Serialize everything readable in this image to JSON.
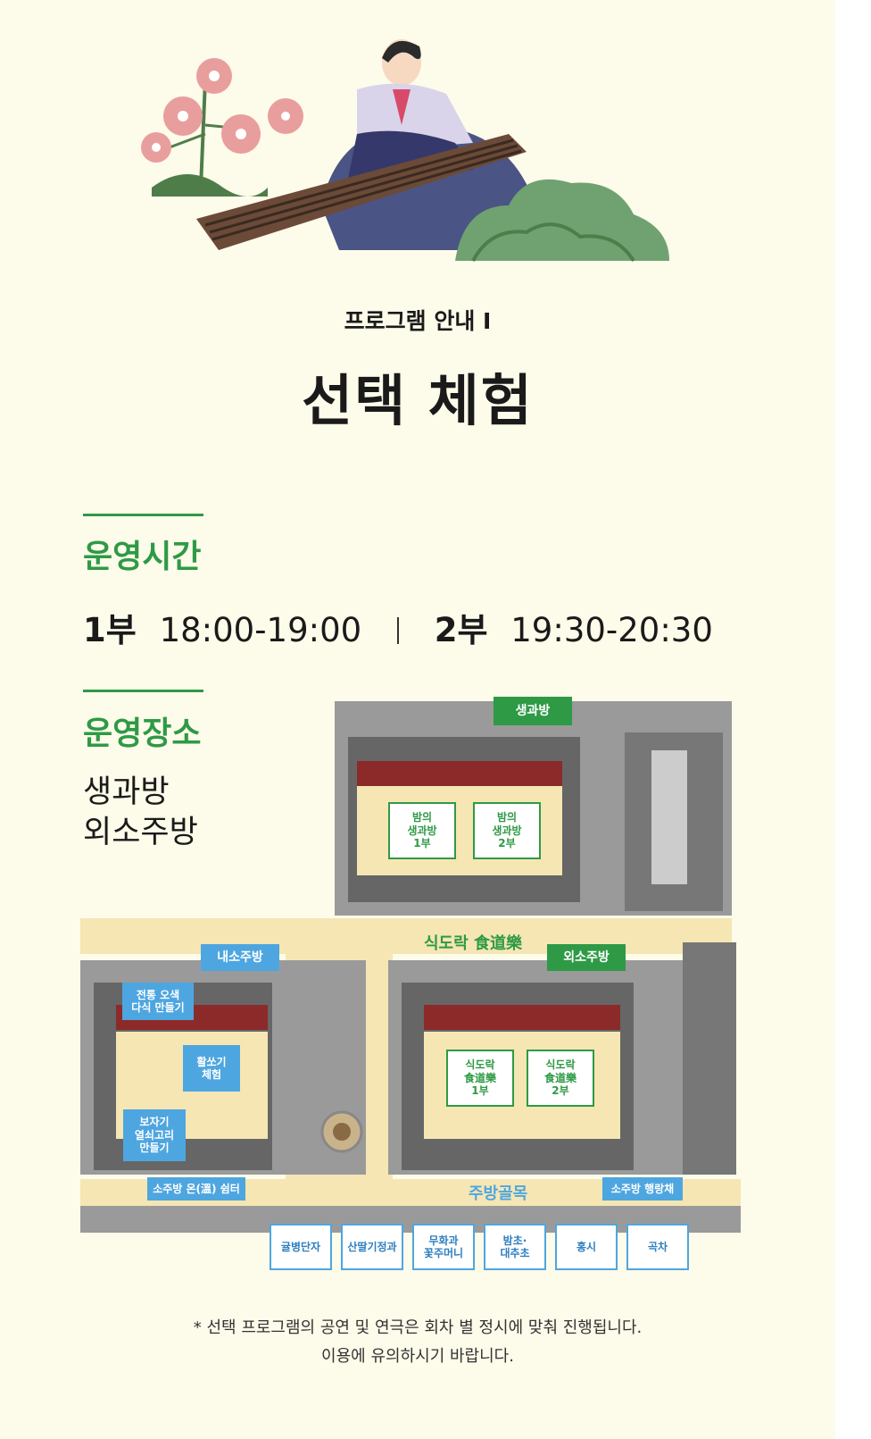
{
  "header": {
    "subtitle": "프로그램 안내 I",
    "title": "선택 체험"
  },
  "hours": {
    "heading": "운영시간",
    "part1_label": "1부",
    "part1_time": "18:00-19:00",
    "part2_label": "2부",
    "part2_time": "19:30-20:30"
  },
  "venue": {
    "heading": "운영장소",
    "places": [
      "생과방",
      "외소주방"
    ]
  },
  "map": {
    "saenggwabang": "생과방",
    "night_saenggwabang_1": "밤의\n생과방\n1부",
    "night_saenggwabang_2": "밤의\n생과방\n2부",
    "sikdorak": "식도락 食道樂",
    "naesojubang": "내소주방",
    "oesojubang": "외소주방",
    "osaek_dasik": "전통 오색\n다식 만들기",
    "hwalssogi": "활쏘기\n체험",
    "bojagi": "보자기\n열쇠고리\n만들기",
    "sikdorak_1": "식도락\n食道樂\n1부",
    "sikdorak_2": "식도락\n食道樂\n2부",
    "on_shelter": "소주방 온(溫) 쉼터",
    "jubang_golmok": "주방골목",
    "haengnangchae": "소주방 행랑채",
    "stalls": [
      "귤병단자",
      "산딸기정과",
      "무화과\n꽃주머니",
      "밤초·\n대추초",
      "홍시",
      "곡차"
    ]
  },
  "footer": {
    "line1": "* 선택 프로그램의 공연 및 연극은 회차 별 정시에 맞춰 진행됩니다.",
    "line2": "이용에 유의하시기 바랍니다."
  },
  "colors": {
    "accent_green": "#2e9a45",
    "accent_blue": "#4ea6e0",
    "background": "#fdfbea"
  }
}
